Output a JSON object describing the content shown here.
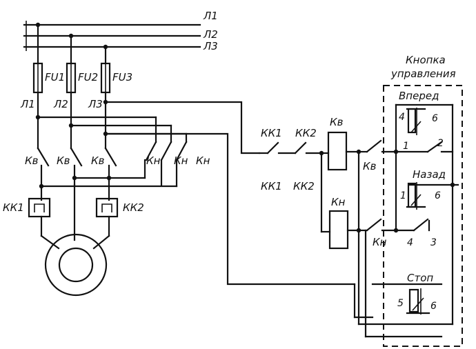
{
  "supply": {
    "lines": [
      "Л1",
      "Л2",
      "Л3"
    ]
  },
  "fuses": [
    "FU1",
    "FU2",
    "FU3"
  ],
  "phase_labels": [
    "Л1",
    "Л2",
    "Л3"
  ],
  "power_contacts": {
    "forward": [
      "Кв",
      "Кв",
      "Кв"
    ],
    "reverse": [
      "Кн",
      "Кн",
      "Кн"
    ]
  },
  "thermal_relays": [
    "КК1",
    "КК2"
  ],
  "control": {
    "contacts_top": [
      "КК1",
      "КК2"
    ],
    "contacts_mid": [
      "КК1",
      "КК2"
    ],
    "coil_forward": "Кв",
    "coil_reverse": "Кн",
    "aux_forward": "Кв",
    "aux_reverse": "Кн"
  },
  "button_box": {
    "title_line1": "Кнопка",
    "title_line2": "управления",
    "forward": {
      "label": "Вперед",
      "n_left": "4",
      "n_right": "6",
      "n_below_left": "1",
      "n_below_right": "2"
    },
    "back": {
      "label": "Назад",
      "n_left": "1",
      "n_right": "6",
      "n_below_left": "4",
      "n_below_right": "3"
    },
    "stop": {
      "label": "Стоп",
      "n_left": "5",
      "n_right": "6"
    }
  }
}
